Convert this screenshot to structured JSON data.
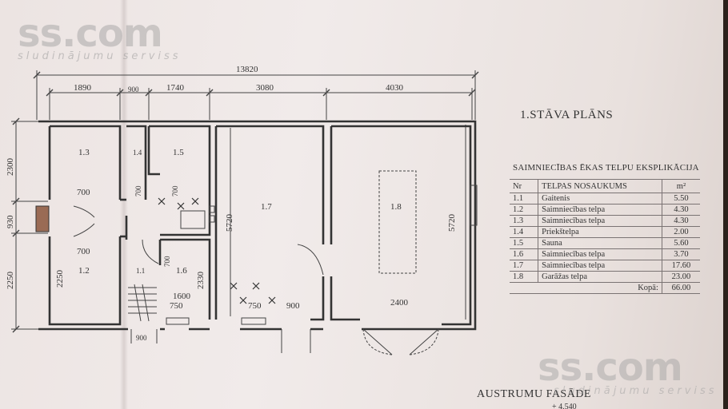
{
  "watermark": {
    "brand": "ss.com",
    "tagline": "sludinājumu serviss"
  },
  "plan": {
    "title": "1.STĀVA PLĀNS",
    "dimensions": {
      "overall": "13820",
      "top_1": "1890",
      "top_2": "900",
      "top_3": "1740",
      "top_4": "3080",
      "top_5": "4030",
      "left_1": "2300",
      "left_2": "930",
      "left_3": "2250",
      "inner_left_2250": "2250",
      "h_5720_a": "5720",
      "h_5720_b": "5720",
      "door_700_a": "700",
      "door_700_b": "700",
      "door_700_c": "700",
      "door_700_d": "700",
      "door_700_e": "700",
      "door_700_f": "700",
      "dim_2330": "2330",
      "dim_1600": "1600",
      "dim_750_a": "750",
      "dim_750_b": "750",
      "dim_900_door": "900",
      "dim_900_bottom": "900",
      "dim_2400": "2400"
    },
    "room_labels": {
      "r11": "1.1",
      "r12": "1.2",
      "r13": "1.3",
      "r14": "1.4",
      "r15": "1.5",
      "r16": "1.6",
      "r17": "1.7",
      "r18": "1.8"
    }
  },
  "explication": {
    "title": "SAIMNIECĪBAS ĒKAS TELPU EKSPLIKĀCIJA",
    "headers": {
      "nr": "Nr",
      "name": "TELPAS NOSAUKUMS",
      "area": "m²"
    },
    "rows": [
      {
        "nr": "1.1",
        "name": "Gaitenis",
        "area": "5.50"
      },
      {
        "nr": "1.2",
        "name": "Saimniecības telpa",
        "area": "4.30"
      },
      {
        "nr": "1.3",
        "name": "Saimniecības telpa",
        "area": "4.30"
      },
      {
        "nr": "1.4",
        "name": "Priekštelpa",
        "area": "2.00"
      },
      {
        "nr": "1.5",
        "name": "Sauna",
        "area": "5.60"
      },
      {
        "nr": "1.6",
        "name": "Saimniecības telpa",
        "area": "3.70"
      },
      {
        "nr": "1.7",
        "name": "Saimniecības telpa",
        "area": "17.60"
      },
      {
        "nr": "1.8",
        "name": "Garāžas telpa",
        "area": "23.00"
      }
    ],
    "total_label": "Kopā:",
    "total_value": "66.00"
  },
  "facade": {
    "title": "AUSTRUMU FASĀDE",
    "elevation": "+ 4.540"
  }
}
